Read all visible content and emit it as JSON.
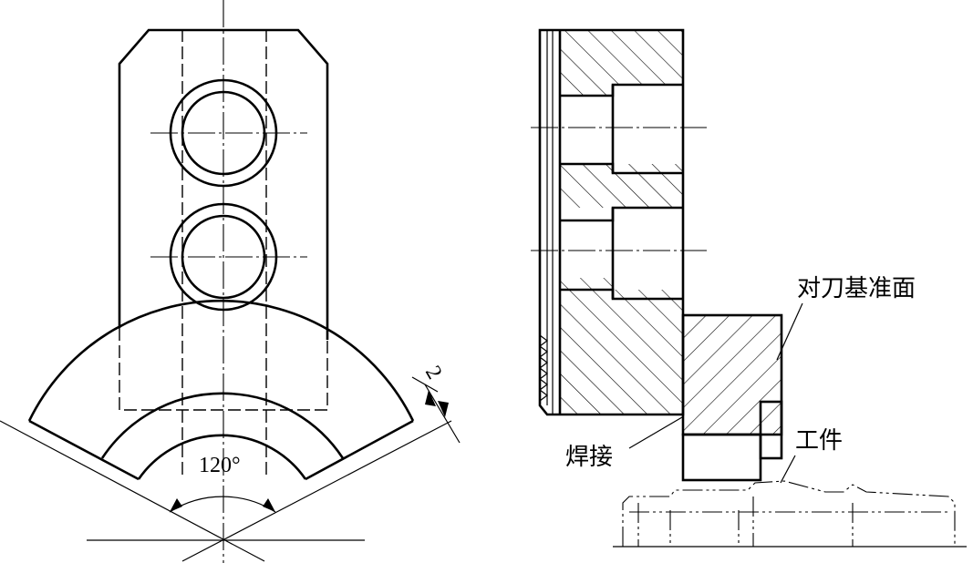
{
  "left_view": {
    "angle_label": "120°",
    "offset_label": "2"
  },
  "right_view": {
    "reference_face_label": "对刀基准面",
    "weld_label": "焊接",
    "workpiece_label": "工件"
  }
}
